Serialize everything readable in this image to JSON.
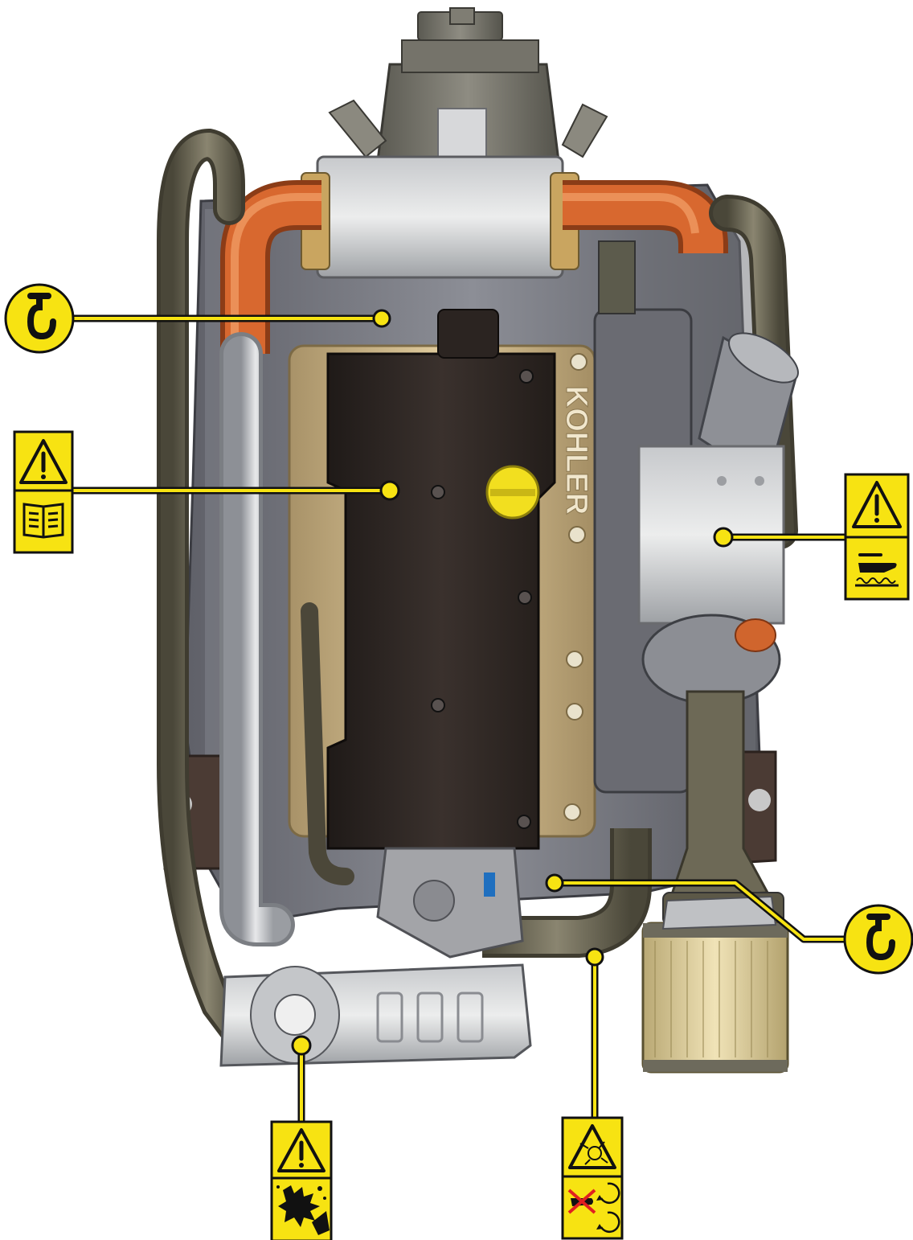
{
  "figure": {
    "subject": "engine-front-view",
    "brand_label": "KOHLER",
    "colors": {
      "safety_yellow": "#F7E312",
      "callout_line": "#F7E312",
      "callout_outline": "#111111",
      "coolant_pipe_orange": "#D3642E",
      "valve_cover": "#2E2724",
      "engine_block_tan": "#C8B286",
      "hoses_olive": "#6B6654",
      "steel": "#C9CACC",
      "oil_filter": "#E3D5A4"
    }
  },
  "labels": [
    {
      "id": "lifting-eye-top",
      "kind": "lifting-hook",
      "icons": [
        "hook-icon"
      ]
    },
    {
      "id": "warning-read-manual",
      "kind": "warning-decal",
      "icons": [
        "warning-triangle-icon",
        "manual-book-icon"
      ]
    },
    {
      "id": "warning-hot-surface",
      "kind": "warning-decal",
      "icons": [
        "warning-triangle-icon",
        "hot-surface-hand-icon"
      ]
    },
    {
      "id": "lifting-eye-bottom",
      "kind": "lifting-hook",
      "icons": [
        "hook-icon"
      ]
    },
    {
      "id": "warning-explosion",
      "kind": "warning-decal",
      "icons": [
        "warning-triangle-icon",
        "explosion-hazard-icon"
      ]
    },
    {
      "id": "warning-rotating-parts",
      "kind": "warning-decal",
      "icons": [
        "fan-hazard-icon",
        "no-hands-rotating-icon"
      ]
    }
  ]
}
